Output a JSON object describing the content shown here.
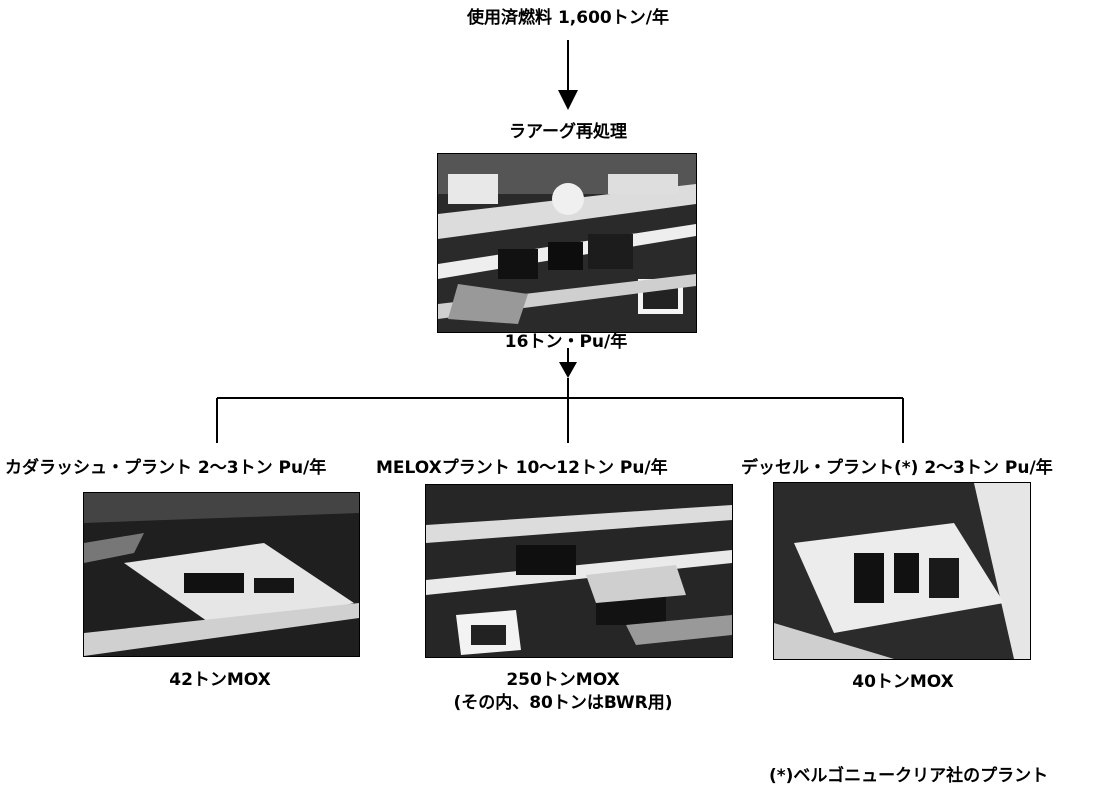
{
  "input": {
    "label": "使用済燃料 1,600トン/年"
  },
  "reprocessing": {
    "title": "ラアーグ再処理",
    "output": "16トン・Pu/年"
  },
  "plants": [
    {
      "header": "カダラッシュ・プラント  2～3トン Pu/年",
      "output": "42トンMOX",
      "output_note": ""
    },
    {
      "header": "MELOXプラント  10～12トン Pu/年",
      "output": "250トンMOX",
      "output_note": "(その内、80トンはBWR用)"
    },
    {
      "header": "デッセル・プラント(*)  2～3トン Pu/年",
      "output": "40トンMOX",
      "output_note": ""
    }
  ],
  "footnote": "(*)ベルゴニュークリア社のプラント",
  "colors": {
    "line": "#000000",
    "photo_dark": "#1a1a1a",
    "photo_light": "#f2f2f2"
  }
}
